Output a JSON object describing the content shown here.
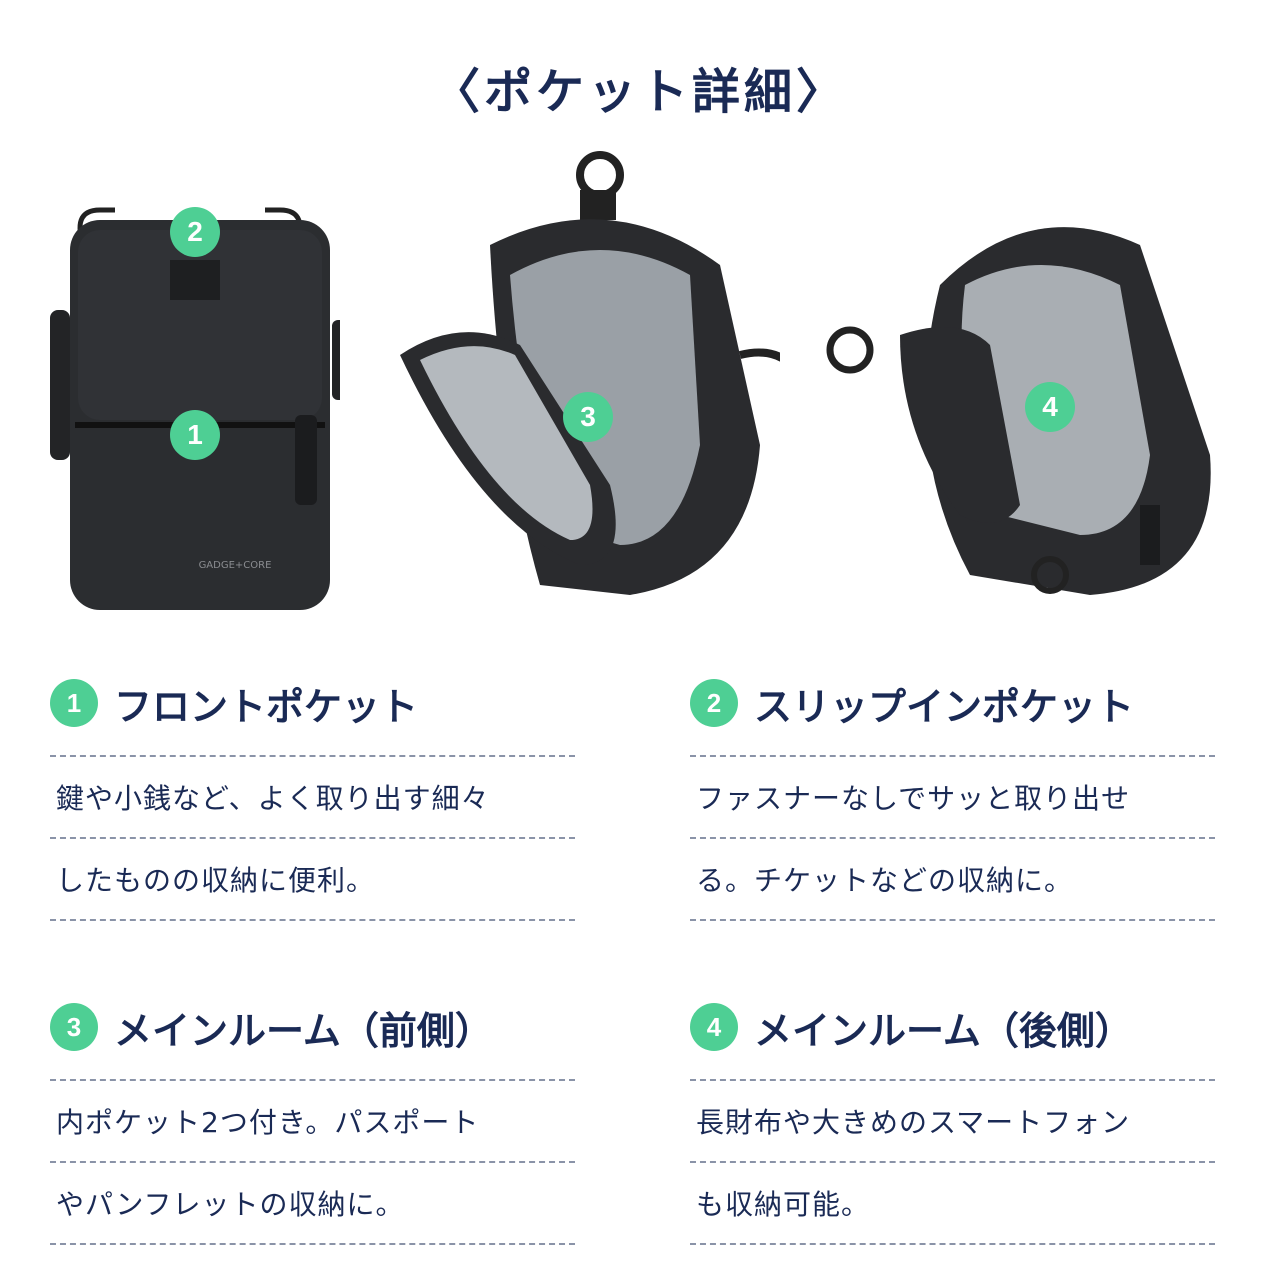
{
  "title": "〈ポケット詳細〉",
  "brand_print": "GADGE+CORE",
  "photos": [
    {
      "marker": "2"
    },
    {
      "marker": "1"
    },
    {
      "marker": "3"
    },
    {
      "marker": "4"
    }
  ],
  "sections": [
    {
      "num": "1",
      "title": "フロントポケット",
      "lines": [
        "鍵や小銭など、よく取り出す細々",
        "したものの収納に便利。"
      ]
    },
    {
      "num": "2",
      "title": "スリップインポケット",
      "lines": [
        "ファスナーなしでサッと取り出せ",
        "る。チケットなどの収納に。"
      ]
    },
    {
      "num": "3",
      "title": "メインルーム（前側）",
      "lines": [
        "内ポケット2つ付き。パスポート",
        "やパンフレットの収納に。"
      ]
    },
    {
      "num": "4",
      "title": "メインルーム（後側）",
      "lines": [
        "長財布や大きめのスマートフォン",
        "も収納可能。"
      ]
    }
  ],
  "colors": {
    "accent": "#4ecf94",
    "navy": "#1a2a55",
    "divider": "#8a93a8"
  }
}
